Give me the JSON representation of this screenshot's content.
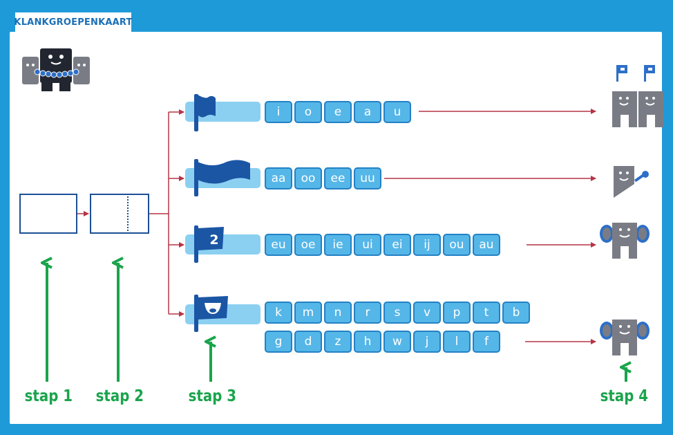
{
  "title": "KLANKGROEPENKAART",
  "colors": {
    "frame": "#1f9ad8",
    "tile_fill": "#55b6e8",
    "tile_border": "#2381c4",
    "bar": "#8bd0f1",
    "flag": "#1b56a5",
    "arrow_red": "#b63446",
    "arrow_green": "#1aa44c",
    "box_border": "#1b4f95",
    "character_grey": "#7a7c85"
  },
  "rows": [
    {
      "flag": "flag-small",
      "flag_label": "",
      "sounds": [
        "i",
        "o",
        "e",
        "a",
        "u"
      ]
    },
    {
      "flag": "flag-long",
      "flag_label": "",
      "sounds": [
        "aa",
        "oo",
        "ee",
        "uu"
      ]
    },
    {
      "flag": "flag-number",
      "flag_label": "2",
      "sounds": [
        "eu",
        "oe",
        "ie",
        "ui",
        "ei",
        "ij",
        "ou",
        "au"
      ]
    },
    {
      "flag": "flag-mouth",
      "flag_label": "",
      "sounds": [
        "k",
        "m",
        "n",
        "r",
        "s",
        "v",
        "p",
        "t",
        "b"
      ],
      "sounds_line2": [
        "g",
        "d",
        "z",
        "h",
        "w",
        "j",
        "l",
        "f"
      ]
    }
  ],
  "steps": [
    "stap 1",
    "stap 2",
    "stap 3",
    "stap 4"
  ],
  "icons": [
    "mascot-logo-icon",
    "two-characters-with-flags-icon",
    "character-with-microphone-icon",
    "character-with-ears-icon",
    "character-with-ears-icon"
  ]
}
